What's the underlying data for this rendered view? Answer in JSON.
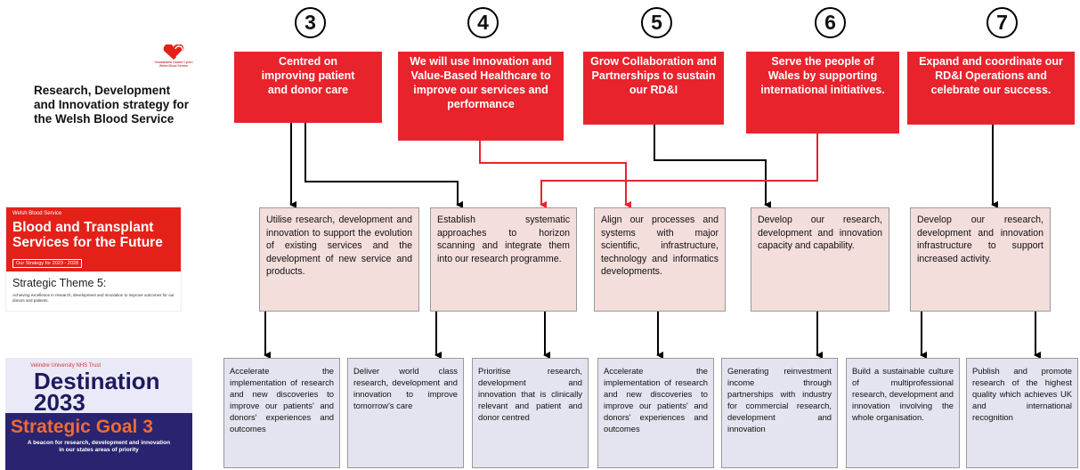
{
  "logo": {
    "text": "Gwasanaeth Gwaed Cymru Welsh Blood Service"
  },
  "strategy_title": "Research, Development and Innovation strategy for the Welsh Blood Service",
  "wbs_cover": {
    "org": "Welsh Blood Service",
    "heading": "Blood and Transplant Services for the Future",
    "badge": "Our Strategy for 2023 - 2028",
    "theme": "Strategic Theme 5:",
    "theme_desc": "Achieving excellence in research, development and innovation to improve outcomes for our donors and patients."
  },
  "destination_cover": {
    "org": "Velindre University NHS Trust",
    "heading_line1": "Destination",
    "heading_line2": "2033",
    "goal": "Strategic Goal 3",
    "goal_desc_line1": "A beacon for research, development and innovation",
    "goal_desc_line2": "in our states areas of priority"
  },
  "objectives": [
    {
      "number": "3",
      "text": "Centred on improving patient and donor care"
    },
    {
      "number": "4",
      "text": "We will use Innovation and Value-Based Healthcare to improve our services and performance"
    },
    {
      "number": "5",
      "text": "Grow Collaboration and Partnerships to sustain our RD&I"
    },
    {
      "number": "6",
      "text": "Serve the people of Wales by supporting international initiatives."
    },
    {
      "number": "7",
      "text": "Expand and coordinate our RD&I Operations and celebrate our success."
    }
  ],
  "middle": [
    "Utilise research, development and innovation to support the evolution of existing services and the development of new service and products.",
    "Establish systematic approaches to horizon scanning and integrate them into our research programme.",
    "Align our processes and systems with major scientific, infrastructure, technology and informatics developments.",
    "Develop our research, development and innovation capacity and capability.",
    "Develop our research, development and innovation infrastructure to support increased activity."
  ],
  "bottom": [
    "Accelerate the implementation of research and new discoveries to improve our patients' and donors' experiences and outcomes",
    "Deliver world class research, development and innovation to improve tomorrow's care",
    "Prioritise research, development and innovation that is clinically relevant and patient and donor centred",
    "Accelerate the implementation of research and new discoveries to improve our patients' and donors' experiences and outcomes",
    "Generating reinvestment income through partnerships with industry for commercial research, development and innovation",
    "Build a sustainable culture of multiprofessional research, development and innovation involving the whole organisation.",
    "Publish and promote research of the highest quality which achieves UK and international recognition"
  ],
  "colors": {
    "red": "#e8232c",
    "pink": "#f3dedc",
    "lilac": "#e3e4ef",
    "navy": "#2a2470",
    "orange": "#f06a35"
  }
}
